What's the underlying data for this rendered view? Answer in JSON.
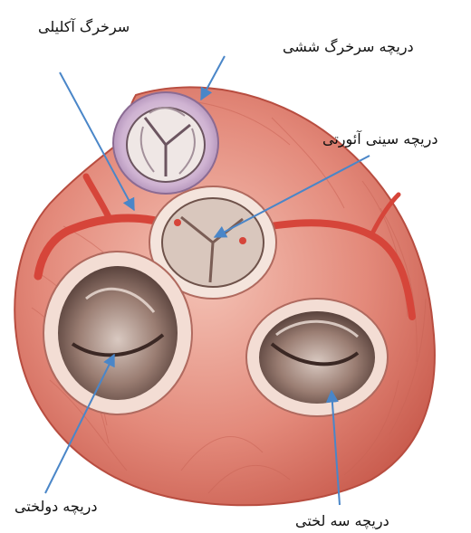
{
  "labels": {
    "coronary_artery": "سرخرگ آکلیلی",
    "pulmonary_valve": "دریچه سرخرگ ششی",
    "aortic_valve": "دریچه سینی آئورتی",
    "mitral_valve": "دریچه دولختی",
    "tricuspid_valve": "دریچه سه لختی"
  },
  "colors": {
    "arrow": "#4a86c8",
    "muscle": "#df7e6e",
    "muscle_dark": "#c8584b",
    "artery": "#d6453a",
    "valve_ring": "#f3e3dc",
    "valve_cavity": "#7d5f55",
    "pulmonary_ring": "#c9a9cf"
  }
}
